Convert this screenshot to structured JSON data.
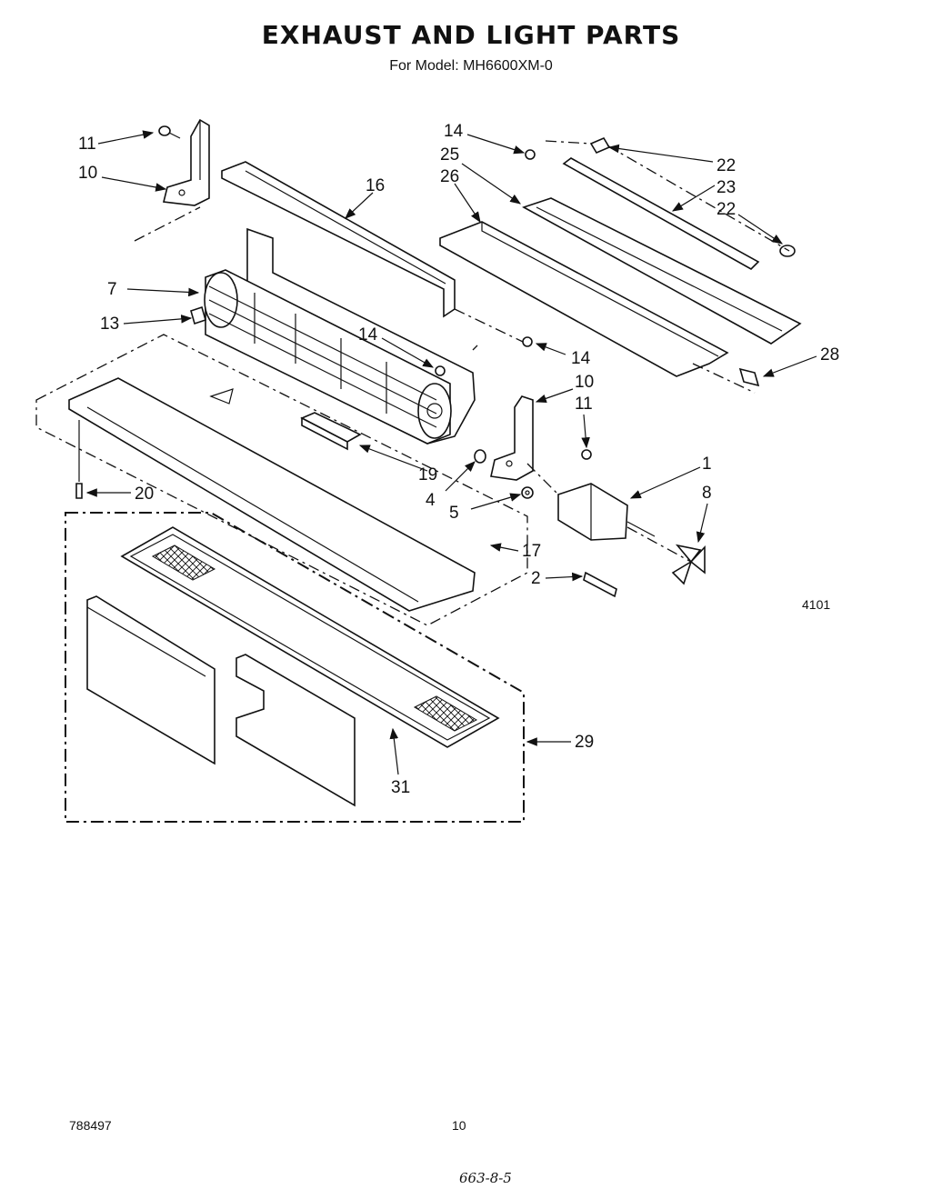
{
  "header": {
    "title": "EXHAUST AND LIGHT PARTS",
    "subtitle": "For Model: MH6600XM-0"
  },
  "diagram_code": "4101",
  "footer": {
    "doc_number": "788497",
    "page_number": "10",
    "handwritten_note": "663-8-5"
  },
  "callouts": [
    "11",
    "10",
    "16",
    "7",
    "13",
    "14",
    "14",
    "14",
    "25",
    "26",
    "22",
    "23",
    "22",
    "28",
    "10",
    "11",
    "1",
    "8",
    "19",
    "4",
    "5",
    "20",
    "17",
    "2",
    "29",
    "31"
  ]
}
